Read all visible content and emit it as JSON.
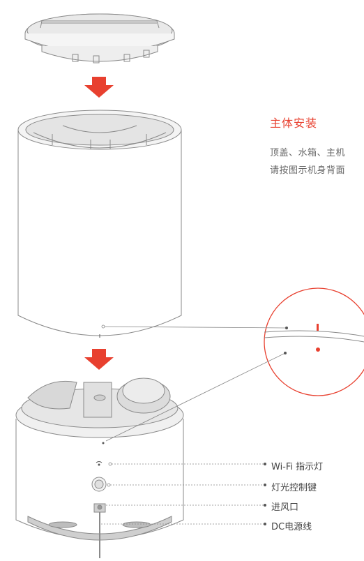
{
  "section": {
    "title": "主体安装",
    "description_lines": [
      "顶盖、水箱、主机",
      "请按图示机身背面"
    ]
  },
  "callouts": [
    {
      "label": "Wi-Fi 指示灯"
    },
    {
      "label": "灯光控制键"
    },
    {
      "label": "进风口"
    },
    {
      "label": "DC电源线"
    }
  ],
  "colors": {
    "accent": "#e8402f",
    "line": "#888888"
  }
}
